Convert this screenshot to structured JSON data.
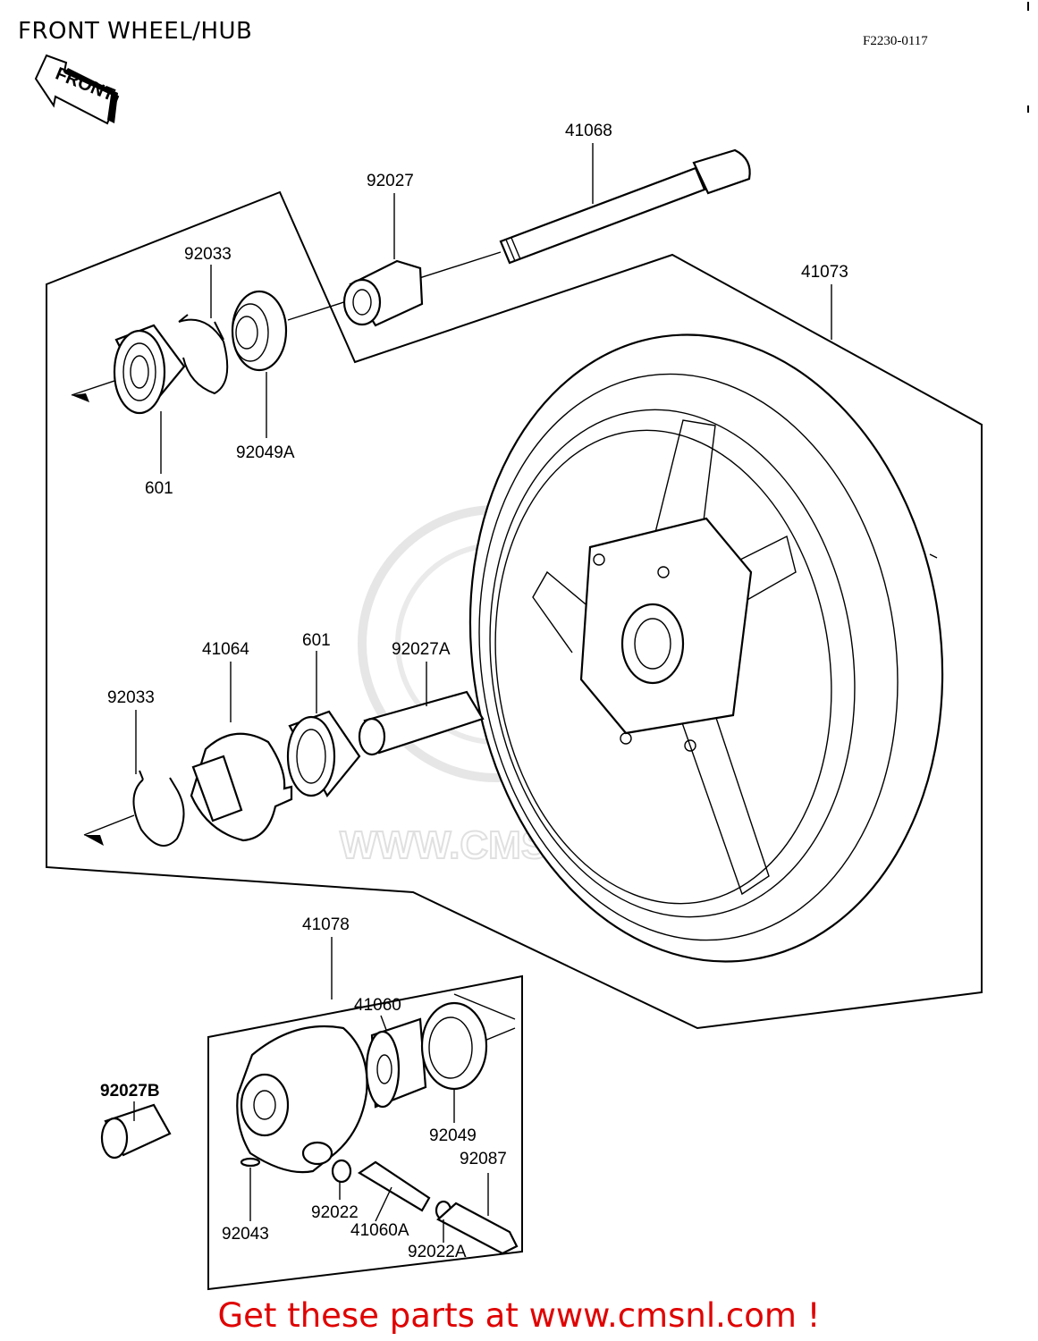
{
  "header": {
    "title": "FRONT WHEEL/HUB",
    "code": "F2230-0117",
    "arrow_label": "FRONT"
  },
  "watermark": {
    "text": "WWW.CMSNL.CO"
  },
  "parts": {
    "p41068": "41068",
    "p92027": "92027",
    "p92033_top": "92033",
    "p41073": "41073",
    "p92049A": "92049A",
    "p601_top": "601",
    "p92027A": "92027A",
    "p41064": "41064",
    "p601_mid": "601",
    "p92033_mid": "92033",
    "p41078": "41078",
    "p41060": "41060",
    "p92027B": "92027B",
    "p92049": "92049",
    "p92087": "92087",
    "p92043": "92043",
    "p92022": "92022",
    "p41060A": "41060A",
    "p92022A": "92022A"
  },
  "footer": {
    "link_text": "Get these parts at www.cmsnl.com !",
    "link_color": "#e00000"
  }
}
